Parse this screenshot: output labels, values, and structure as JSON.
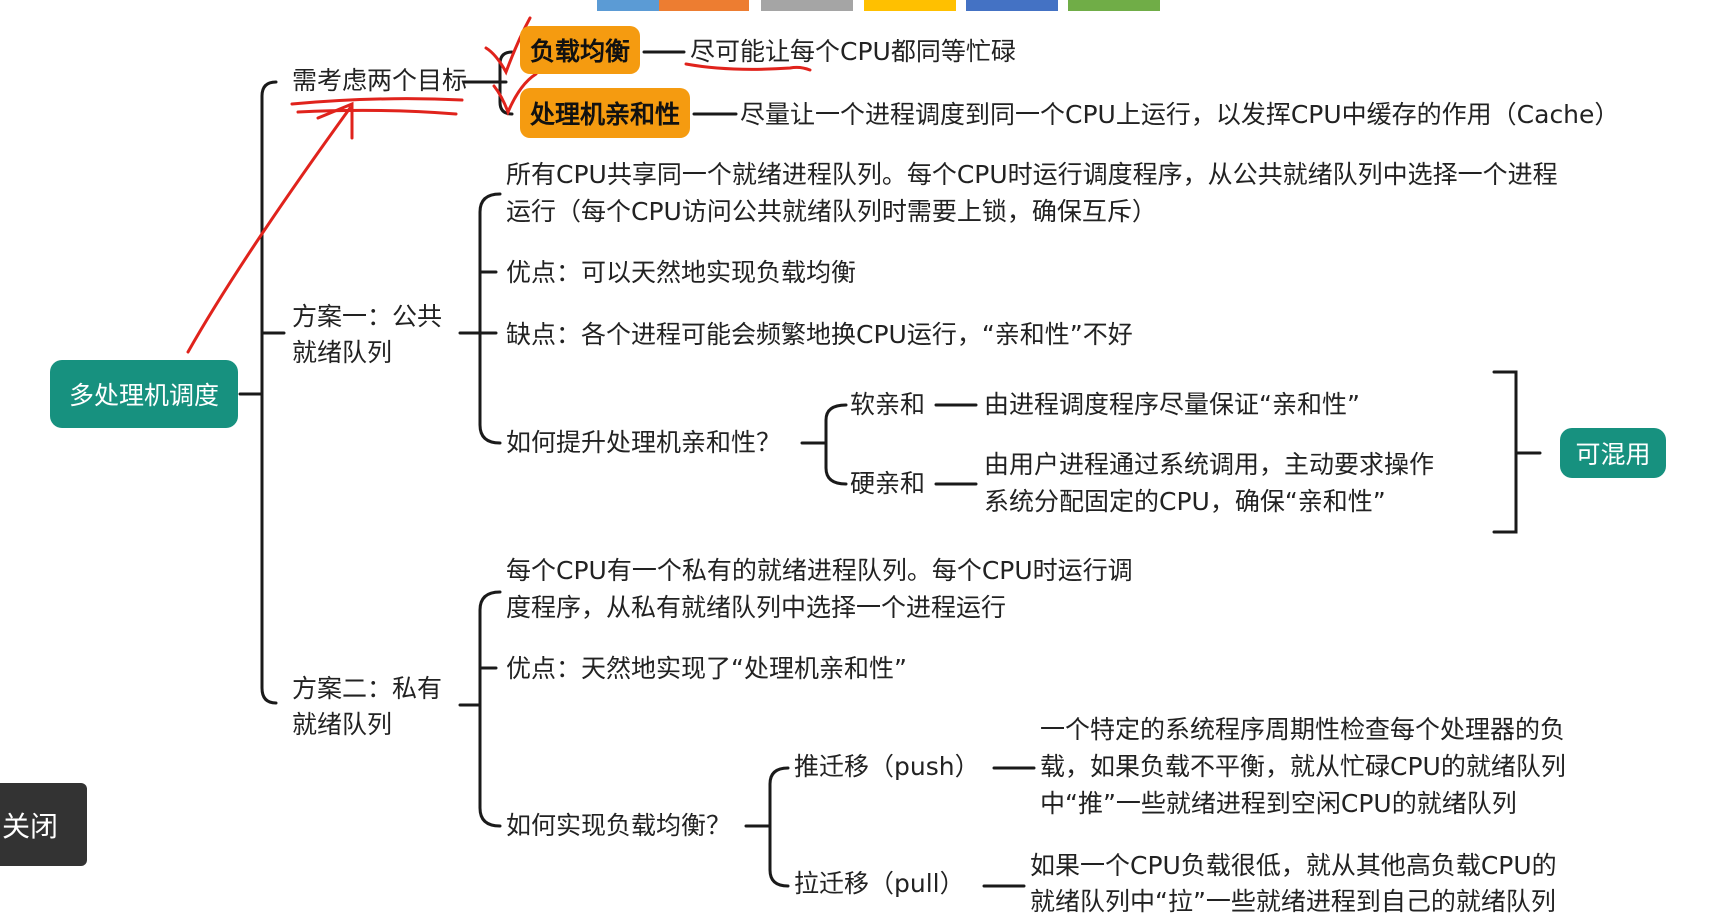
{
  "root": "多处理机调度",
  "goals": {
    "label": "需考虑两个目标",
    "items": [
      {
        "name": "负载均衡",
        "desc": "尽可能让每个CPU都同等忙碌"
      },
      {
        "name": "处理机亲和性",
        "desc": "尽量让一个进程调度到同一个CPU上运行，以发挥CPU中缓存的作用（Cache）"
      }
    ]
  },
  "scheme1": {
    "label_l1": "方案一：公共",
    "label_l2": "就绪队列",
    "desc_l1": "所有CPU共享同一个就绪进程队列。每个CPU时运行调度程序，从公共就绪队列中选择一个进程",
    "desc_l2": "运行（每个CPU访问公共就绪队列时需要上锁，确保互斥）",
    "pro": "优点：可以天然地实现负载均衡",
    "con": "缺点：各个进程可能会频繁地换CPU运行，“亲和性”不好",
    "how": "如何提升处理机亲和性？",
    "soft": {
      "name": "软亲和",
      "desc": "由进程调度程序尽量保证“亲和性”"
    },
    "hard": {
      "name": "硬亲和",
      "desc_l1": "由用户进程通过系统调用，主动要求操作",
      "desc_l2": "系统分配固定的CPU，确保“亲和性”"
    },
    "mix": "可混用"
  },
  "scheme2": {
    "label_l1": "方案二：私有",
    "label_l2": "就绪队列",
    "desc_l1": "每个CPU有一个私有的就绪进程队列。每个CPU时运行调",
    "desc_l2": "度程序，从私有就绪队列中选择一个进程运行",
    "pro": "优点：天然地实现了“处理机亲和性”",
    "how": "如何实现负载均衡？",
    "push": {
      "name": "推迁移（push）",
      "desc_l1": "一个特定的系统程序周期性检查每个处理器的负",
      "desc_l2": "载，如果负载不平衡，就从忙碌CPU的就绪队列",
      "desc_l3": "中“推”一些就绪进程到空闲CPU的就绪队列"
    },
    "pull": {
      "name": "拉迁移（pull）",
      "desc_l1": "如果一个CPU负载很低，就从其他高负载CPU的",
      "desc_l2": "就绪队列中“拉”一些就绪进程到自己的就绪队列"
    }
  },
  "close_button": "关闭",
  "colors": {
    "accent_green": "#17917f",
    "accent_orange": "#f59b10",
    "annotation_red": "#e0231c",
    "line": "#1a1a1a",
    "topbar": [
      "#5b9bd5",
      "#ed7d31",
      "#a5a5a5",
      "#ffc000",
      "#4472c4",
      "#70ad47"
    ]
  }
}
